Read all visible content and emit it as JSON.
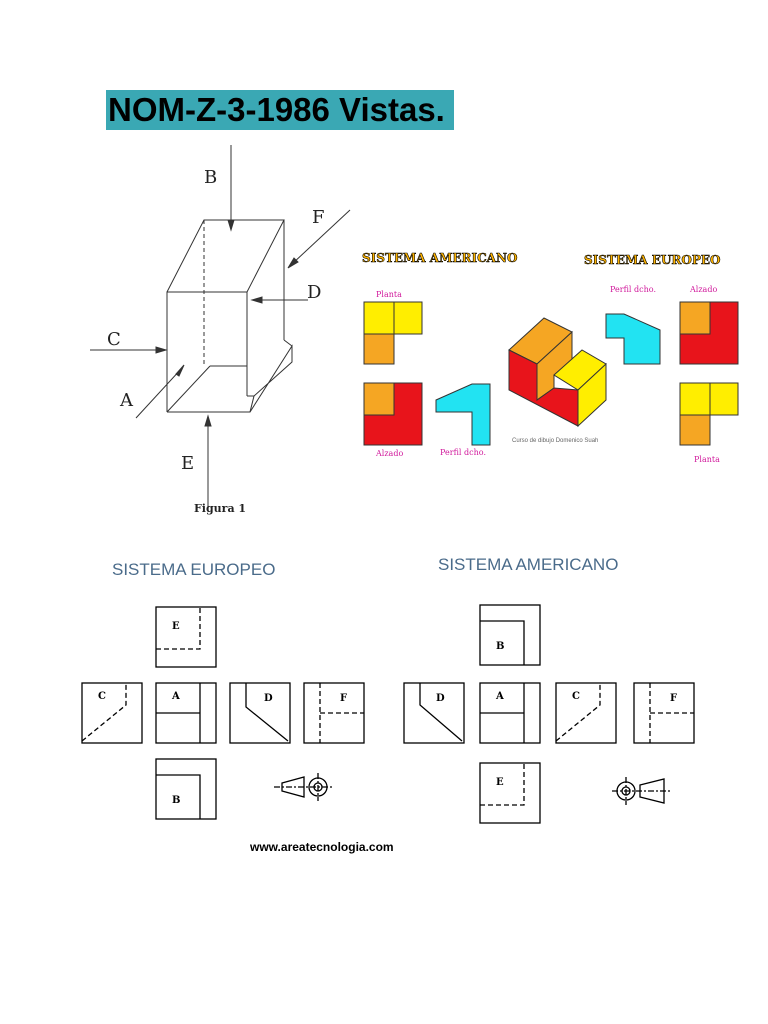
{
  "header": {
    "title": "NOM-Z-3-1986 Vistas."
  },
  "figura1": {
    "caption": "Figura 1",
    "labels": {
      "a": "A",
      "b": "B",
      "c": "C",
      "d": "D",
      "e": "E",
      "f": "F"
    }
  },
  "colored": {
    "heading_american": "SISTEMA AMERICANO",
    "heading_european": "SISTEMA EUROPEO",
    "am_planta": "Planta",
    "am_alzado": "Alzado",
    "am_perfil": "Perfil dcho.",
    "eu_perfil": "Perfil dcho.",
    "eu_alzado": "Alzado",
    "eu_planta": "Planta",
    "credit": "Curso de dibujo Domenico Suah",
    "colors": {
      "yellow": "#ffee00",
      "orange": "#f5a623",
      "red": "#e8141b",
      "cyan": "#22e3f2",
      "pink": "#d11a9c",
      "heading": "#ffb400"
    }
  },
  "bottom": {
    "euro_title": "SISTEMA EUROPEO",
    "amer_title": "SISTEMA AMERICANO",
    "views": {
      "a": "A",
      "b": "B",
      "c": "C",
      "d": "D",
      "e": "E",
      "f": "F"
    },
    "website": "www.areatecnologia.com"
  }
}
